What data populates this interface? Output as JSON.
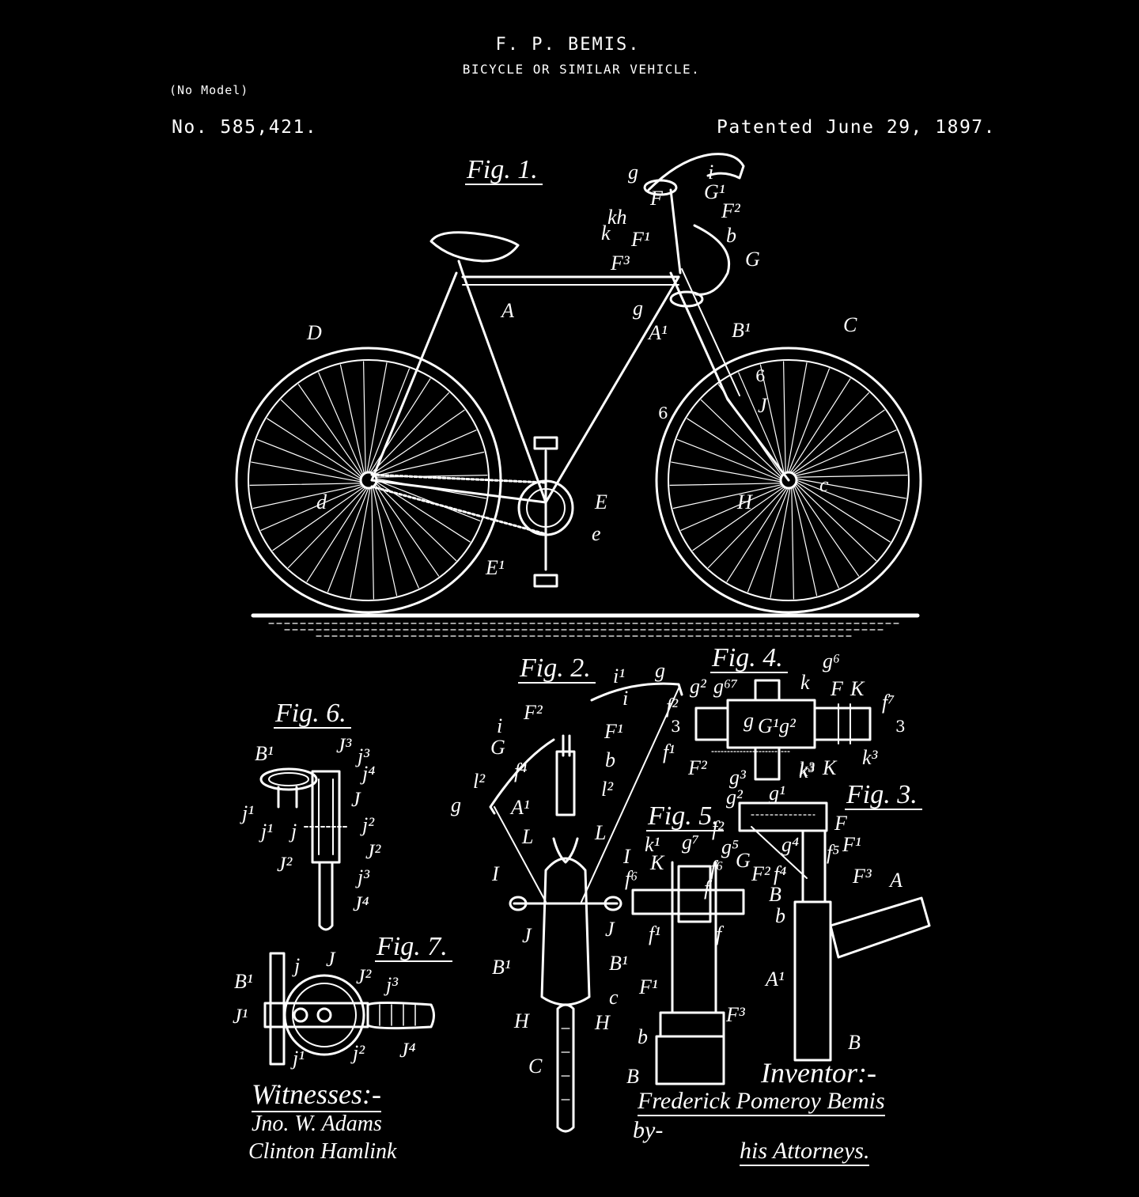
{
  "header": {
    "inventor_name": "F. P. BEMIS.",
    "title": "BICYCLE OR SIMILAR VEHICLE.",
    "no_model": "(No Model)",
    "patent_number": "No. 585,421.",
    "patent_date": "Patented June 29, 1897."
  },
  "figures": {
    "fig1": "Fig. 1.",
    "fig2": "Fig. 2.",
    "fig3": "Fig. 3.",
    "fig4": "Fig. 4.",
    "fig5": "Fig. 5.",
    "fig6": "Fig. 6.",
    "fig7": "Fig. 7."
  },
  "fig1_labels": [
    "g",
    "i",
    "G¹",
    "F",
    "F²",
    "kh",
    "k",
    "F¹",
    "b",
    "F³",
    "G",
    "g",
    "A",
    "A¹",
    "B¹",
    "D",
    "C",
    "6",
    "6",
    "J",
    "d",
    "E",
    "c",
    "H",
    "e",
    "E¹"
  ],
  "fig2_labels": [
    "i¹",
    "g",
    "i",
    "F²",
    "F¹",
    "i",
    "G",
    "b",
    "f⁴",
    "l²",
    "l²",
    "g",
    "A¹",
    "L",
    "L",
    "I",
    "I",
    "J",
    "J",
    "B¹",
    "B¹",
    "c",
    "H",
    "H",
    "C"
  ],
  "fig6_labels": [
    "B¹",
    "J³",
    "j³",
    "j⁴",
    "J",
    "j¹",
    "j¹",
    "j",
    "j²",
    "J²",
    "J²",
    "j³",
    "J⁴"
  ],
  "fig7_labels": [
    "B¹",
    "j",
    "J",
    "J²",
    "j³",
    "J¹",
    "j¹",
    "j²",
    "J⁴"
  ],
  "fig4_labels": [
    "g⁶",
    "g²",
    "g⁶⁷",
    "k",
    "F",
    "K",
    "f²",
    "f⁷",
    "3",
    "3",
    "g",
    "G¹",
    "g²",
    "f¹",
    "F²",
    "k³",
    "k³"
  ],
  "fig3_labels": [
    "g³",
    "k³",
    "K",
    "g²",
    "g¹",
    "F",
    "f²",
    "F¹",
    "g⁵",
    "g⁴",
    "f⁵",
    "G",
    "F²",
    "f⁴",
    "F³",
    "A",
    "B",
    "b",
    "A¹",
    "B"
  ],
  "fig5_labels": [
    "k¹",
    "g⁷",
    "K",
    "f⁶",
    "f⁶",
    "f",
    "f¹",
    "f",
    "F¹",
    "F³",
    "b",
    "B"
  ],
  "witnesses": {
    "heading": "Witnesses:-",
    "names": [
      "Jno. W. Adams",
      "Clinton Hamlink"
    ]
  },
  "inventor_block": {
    "heading": "Inventor:-",
    "name": "Frederick Pomeroy Bemis",
    "by": "by-",
    "attorneys": "his Attorneys."
  },
  "colors": {
    "background": "#000000",
    "ink": "#ffffff"
  }
}
